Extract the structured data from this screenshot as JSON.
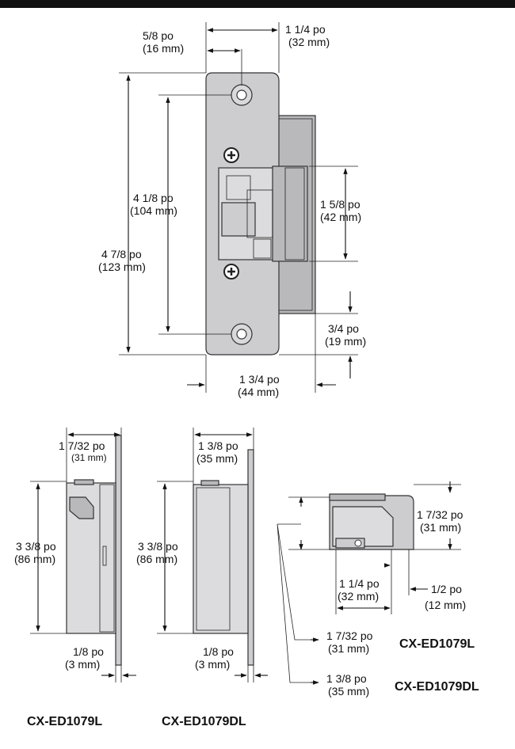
{
  "front_view": {
    "face_width": {
      "imperial": "5/8 po",
      "metric": "(16 mm)"
    },
    "overall_depth": {
      "imperial": "1 1/4 po",
      "metric": "(32 mm)"
    },
    "screw_spacing": {
      "imperial": "4 1/8 po",
      "metric": "(104 mm)"
    },
    "overall_height": {
      "imperial": "4 7/8 po",
      "metric": "(123 mm)"
    },
    "keeper_height": {
      "imperial": "1 5/8 po",
      "metric": "(42 mm)"
    },
    "keeper_offset": {
      "imperial": "3/4 po",
      "metric": "(19 mm)"
    },
    "faceplate_width": {
      "imperial": "1 3/4 po",
      "metric": "(44 mm)"
    }
  },
  "side_view_l": {
    "depth": {
      "imperial": "1 7/32 po",
      "metric": "(31 mm)"
    },
    "height": {
      "imperial": "3 3/8 po",
      "metric": "(86 mm)"
    },
    "plate": {
      "imperial": "1/8 po",
      "metric": "(3 mm)"
    },
    "model": "CX-ED1079L"
  },
  "side_view_dl": {
    "depth": {
      "imperial": "1 3/8 po",
      "metric": "(35 mm)"
    },
    "height": {
      "imperial": "3 3/8 po",
      "metric": "(86 mm)"
    },
    "plate": {
      "imperial": "1/8 po",
      "metric": "(3 mm)"
    },
    "model": "CX-ED1079DL"
  },
  "top_view": {
    "height": {
      "imperial": "1 7/32 po",
      "metric": "(31 mm)"
    },
    "width": {
      "imperial": "1 1/4 po",
      "metric": "(32 mm)"
    },
    "offset": {
      "imperial": "1/2 po",
      "metric": "(12 mm)"
    },
    "depth_l": {
      "imperial": "1 7/32 po",
      "metric": "(31 mm)"
    },
    "depth_dl": {
      "imperial": "1 3/8 po",
      "metric": "(35 mm)"
    },
    "model_l": "CX-ED1079L",
    "model_dl": "CX-ED1079DL"
  }
}
